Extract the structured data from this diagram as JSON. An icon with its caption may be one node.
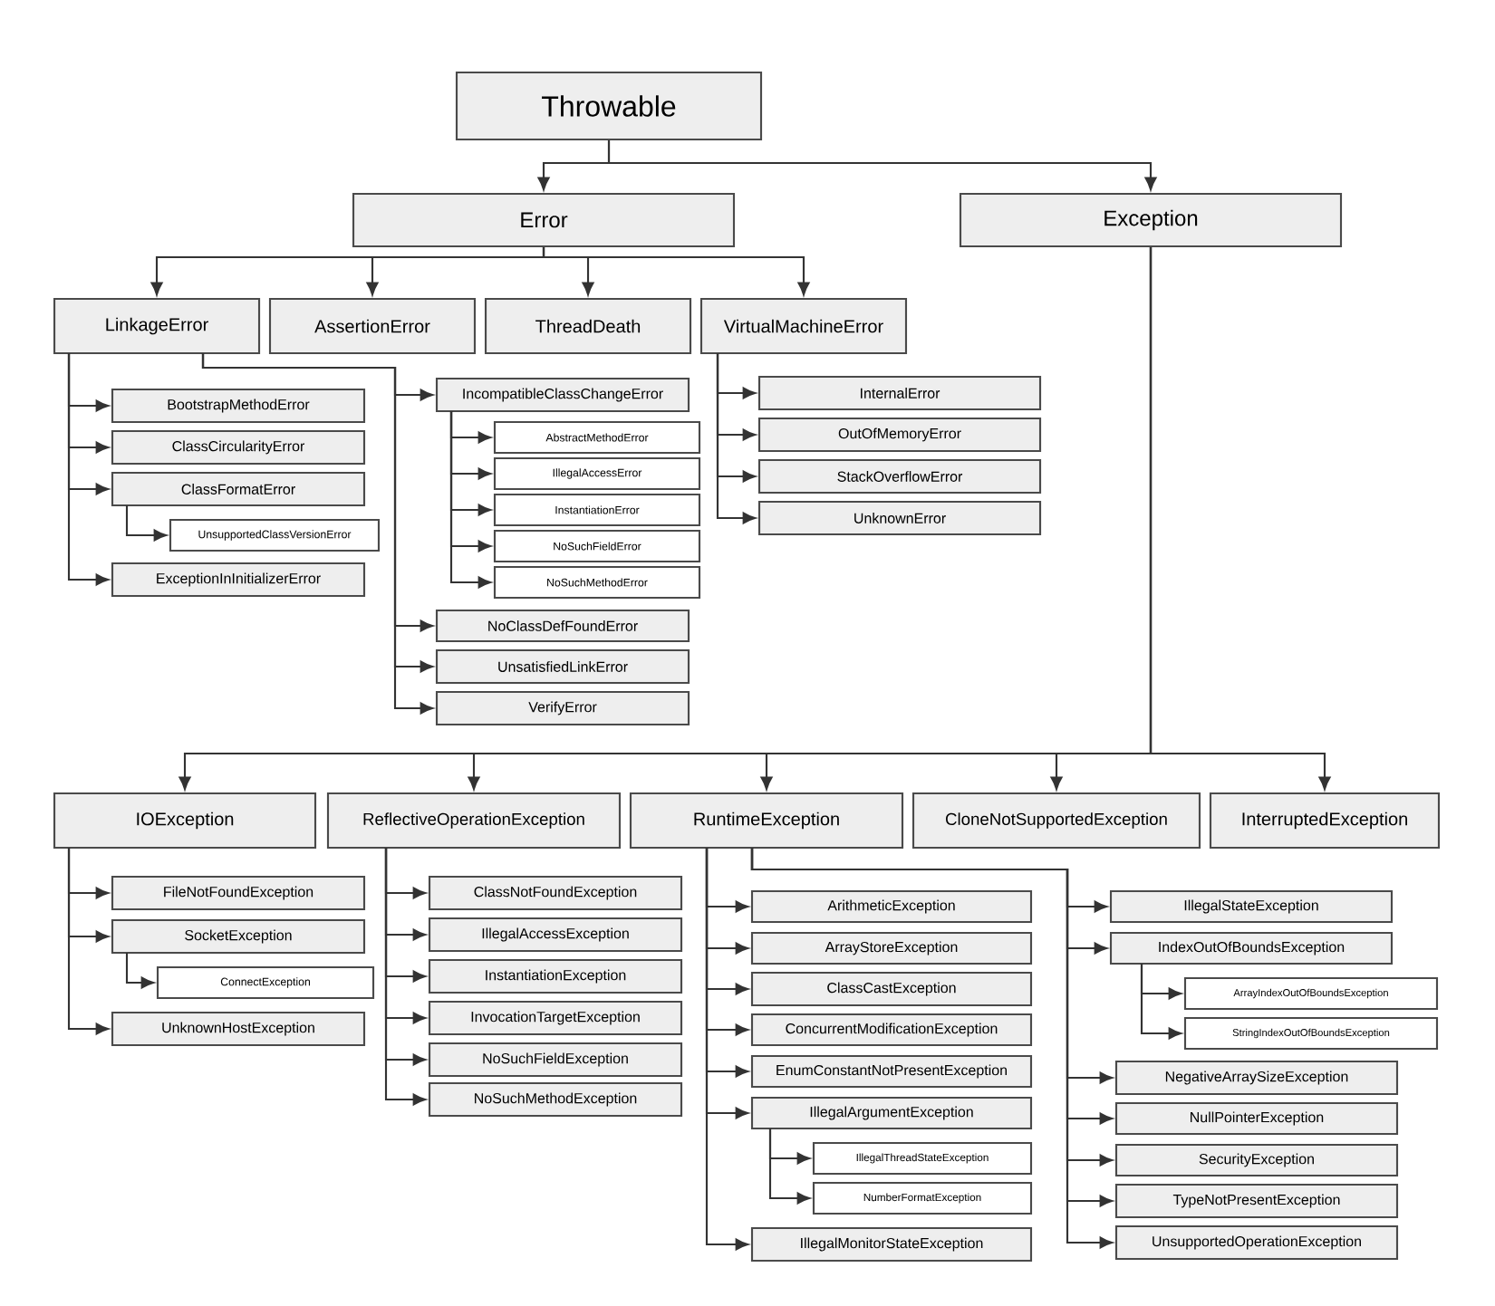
{
  "diagram": {
    "nodes": [
      {
        "text": [
          "Throwable"
        ]
      },
      {
        "text": [
          "Error"
        ]
      },
      {
        "text": [
          "Exception"
        ]
      },
      {
        "text": [
          "LinkageError"
        ]
      },
      {
        "text": [
          "AssertionError"
        ]
      },
      {
        "text": [
          "ThreadDeath"
        ]
      },
      {
        "text": [
          "VirtualMachineError"
        ]
      },
      {
        "text": [
          "BootstrapMethodError"
        ]
      },
      {
        "text": [
          "ClassCircularityError"
        ]
      },
      {
        "text": [
          "ClassFormatError"
        ]
      },
      {
        "text": [
          "UnsupportedClassVersionError"
        ]
      },
      {
        "text": [
          "ExceptionInInitializerError"
        ]
      },
      {
        "text": [
          "IncompatibleClassChangeError"
        ]
      },
      {
        "text": [
          "AbstractMethodError"
        ]
      },
      {
        "text": [
          "IllegalAccessError"
        ]
      },
      {
        "text": [
          "InstantiationError"
        ]
      },
      {
        "text": [
          "NoSuchFieldError"
        ]
      },
      {
        "text": [
          "NoSuchMethodError"
        ]
      },
      {
        "text": [
          "NoClassDefFoundError"
        ]
      },
      {
        "text": [
          "UnsatisfiedLinkError"
        ]
      },
      {
        "text": [
          "VerifyError"
        ]
      },
      {
        "text": [
          "InternalError"
        ]
      },
      {
        "text": [
          "OutOfMemoryError"
        ]
      },
      {
        "text": [
          "StackOverflowError"
        ]
      },
      {
        "text": [
          "UnknownError"
        ]
      },
      {
        "text": [
          "IOException"
        ]
      },
      {
        "text": [
          "ReflectiveOperationException"
        ]
      },
      {
        "text": [
          "RuntimeException"
        ]
      },
      {
        "text": [
          "CloneNotSupportedException"
        ]
      },
      {
        "text": [
          "InterruptedException"
        ]
      },
      {
        "text": [
          "FileNotFoundException"
        ]
      },
      {
        "text": [
          "SocketException"
        ]
      },
      {
        "text": [
          "ConnectException"
        ]
      },
      {
        "text": [
          "UnknownHostException"
        ]
      },
      {
        "text": [
          "ClassNotFoundException"
        ]
      },
      {
        "text": [
          "IllegalAccessException"
        ]
      },
      {
        "text": [
          "InstantiationException"
        ]
      },
      {
        "text": [
          "InvocationTargetException"
        ]
      },
      {
        "text": [
          "NoSuchFieldException"
        ]
      },
      {
        "text": [
          "NoSuchMethodException"
        ]
      },
      {
        "text": [
          "ArithmeticException"
        ]
      },
      {
        "text": [
          "ArrayStoreException"
        ]
      },
      {
        "text": [
          "ClassCastException"
        ]
      },
      {
        "text": [
          "ConcurrentModificationException"
        ]
      },
      {
        "text": [
          "EnumConstantNotPresentException"
        ]
      },
      {
        "text": [
          "IllegalArgumentException"
        ]
      },
      {
        "text": [
          "IllegalThreadStateException"
        ]
      },
      {
        "text": [
          "NumberFormatException"
        ]
      },
      {
        "text": [
          "IllegalMonitorStateException"
        ]
      },
      {
        "text": [
          "IllegalStateException"
        ]
      },
      {
        "text": [
          "IndexOutOfBoundsException"
        ]
      },
      {
        "text": [
          "ArrayIndexOutOfBoundsException"
        ]
      },
      {
        "text": [
          "StringIndexOutOfBoundsException"
        ]
      },
      {
        "text": [
          "NegativeArraySizeException"
        ]
      },
      {
        "text": [
          "NullPointerException"
        ]
      },
      {
        "text": [
          "SecurityException"
        ]
      },
      {
        "text": [
          "TypeNotPresentException"
        ]
      },
      {
        "text": [
          "UnsupportedOperationException"
        ]
      }
    ],
    "edges": [
      {
        "from": 0,
        "to": 1,
        "arrow": "to"
      },
      {
        "from": 0,
        "to": 2,
        "arrow": "to"
      },
      {
        "from": 1,
        "to": 3,
        "arrow": "to"
      },
      {
        "from": 1,
        "to": 4,
        "arrow": "to"
      },
      {
        "from": 1,
        "to": 5,
        "arrow": "to"
      },
      {
        "from": 1,
        "to": 6,
        "arrow": "to"
      },
      {
        "from": 3,
        "to": 7,
        "arrow": "to"
      },
      {
        "from": 3,
        "to": 8,
        "arrow": "to"
      },
      {
        "from": 3,
        "to": 9,
        "arrow": "to"
      },
      {
        "from": 9,
        "to": 10,
        "arrow": "to"
      },
      {
        "from": 3,
        "to": 11,
        "arrow": "to"
      },
      {
        "from": 3,
        "to": 12,
        "arrow": "to"
      },
      {
        "from": 12,
        "to": 13,
        "arrow": "to"
      },
      {
        "from": 12,
        "to": 14,
        "arrow": "to"
      },
      {
        "from": 12,
        "to": 15,
        "arrow": "to"
      },
      {
        "from": 12,
        "to": 16,
        "arrow": "to"
      },
      {
        "from": 12,
        "to": 17,
        "arrow": "to"
      },
      {
        "from": 3,
        "to": 18,
        "arrow": "to"
      },
      {
        "from": 3,
        "to": 19,
        "arrow": "to"
      },
      {
        "from": 3,
        "to": 20,
        "arrow": "to"
      },
      {
        "from": 6,
        "to": 21,
        "arrow": "to"
      },
      {
        "from": 6,
        "to": 22,
        "arrow": "to"
      },
      {
        "from": 6,
        "to": 23,
        "arrow": "to"
      },
      {
        "from": 6,
        "to": 24,
        "arrow": "to"
      },
      {
        "from": 2,
        "to": 25,
        "arrow": "to"
      },
      {
        "from": 2,
        "to": 26,
        "arrow": "to"
      },
      {
        "from": 2,
        "to": 27,
        "arrow": "to"
      },
      {
        "from": 2,
        "to": 28,
        "arrow": "to"
      },
      {
        "from": 2,
        "to": 29,
        "arrow": "to"
      },
      {
        "from": 25,
        "to": 30,
        "arrow": "to"
      },
      {
        "from": 25,
        "to": 31,
        "arrow": "to"
      },
      {
        "from": 31,
        "to": 32,
        "arrow": "to"
      },
      {
        "from": 25,
        "to": 33,
        "arrow": "to"
      },
      {
        "from": 26,
        "to": 34,
        "arrow": "to"
      },
      {
        "from": 26,
        "to": 35,
        "arrow": "to"
      },
      {
        "from": 26,
        "to": 36,
        "arrow": "to"
      },
      {
        "from": 26,
        "to": 37,
        "arrow": "to"
      },
      {
        "from": 26,
        "to": 38,
        "arrow": "to"
      },
      {
        "from": 26,
        "to": 39,
        "arrow": "to"
      },
      {
        "from": 27,
        "to": 40,
        "arrow": "to"
      },
      {
        "from": 27,
        "to": 41,
        "arrow": "to"
      },
      {
        "from": 27,
        "to": 42,
        "arrow": "to"
      },
      {
        "from": 27,
        "to": 43,
        "arrow": "to"
      },
      {
        "from": 27,
        "to": 44,
        "arrow": "to"
      },
      {
        "from": 27,
        "to": 45,
        "arrow": "to"
      },
      {
        "from": 45,
        "to": 46,
        "arrow": "to"
      },
      {
        "from": 45,
        "to": 47,
        "arrow": "to"
      },
      {
        "from": 27,
        "to": 48,
        "arrow": "to"
      },
      {
        "from": 27,
        "to": 49,
        "arrow": "to"
      },
      {
        "from": 27,
        "to": 50,
        "arrow": "to"
      },
      {
        "from": 50,
        "to": 51,
        "arrow": "to"
      },
      {
        "from": 50,
        "to": 52,
        "arrow": "to"
      },
      {
        "from": 27,
        "to": 53,
        "arrow": "to"
      },
      {
        "from": 27,
        "to": 54,
        "arrow": "to"
      },
      {
        "from": 27,
        "to": 55,
        "arrow": "to"
      },
      {
        "from": 27,
        "to": 56,
        "arrow": "to"
      },
      {
        "from": 27,
        "to": 57,
        "arrow": "to"
      }
    ]
  }
}
